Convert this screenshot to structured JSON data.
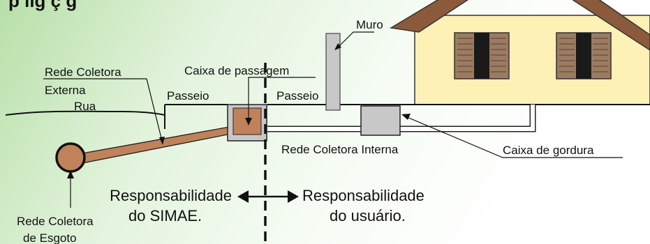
{
  "diagram": {
    "title_fragment": "p lig ç  g",
    "labels": {
      "muro": "Muro",
      "rede_coletora_externa_line1": "Rede Coletora",
      "rede_coletora_externa_line2": "Externa",
      "caixa_passagem": "Caixa de passagem",
      "rua": "Rua",
      "passeio_left": "Passeio",
      "passeio_right": "Passeio",
      "rede_coletora_interna": "Rede Coletora Interna",
      "caixa_gordura": "Caixa de gordura",
      "resp_simae_line1": "Responsabilidade",
      "resp_simae_line2": "do SIMAE.",
      "resp_usuario_line1": "Responsabilidade",
      "resp_usuario_line2": "do usuário.",
      "rede_esgoto_line1": "Rede Coletora",
      "rede_esgoto_line2": "de Esgoto"
    },
    "colors": {
      "pipe": "#c0825a",
      "house_wall": "#fdf1b6",
      "roof": "#8b5a3c",
      "window_shutter": "#9b7b62",
      "wall_box": "#c8c8c8"
    }
  }
}
